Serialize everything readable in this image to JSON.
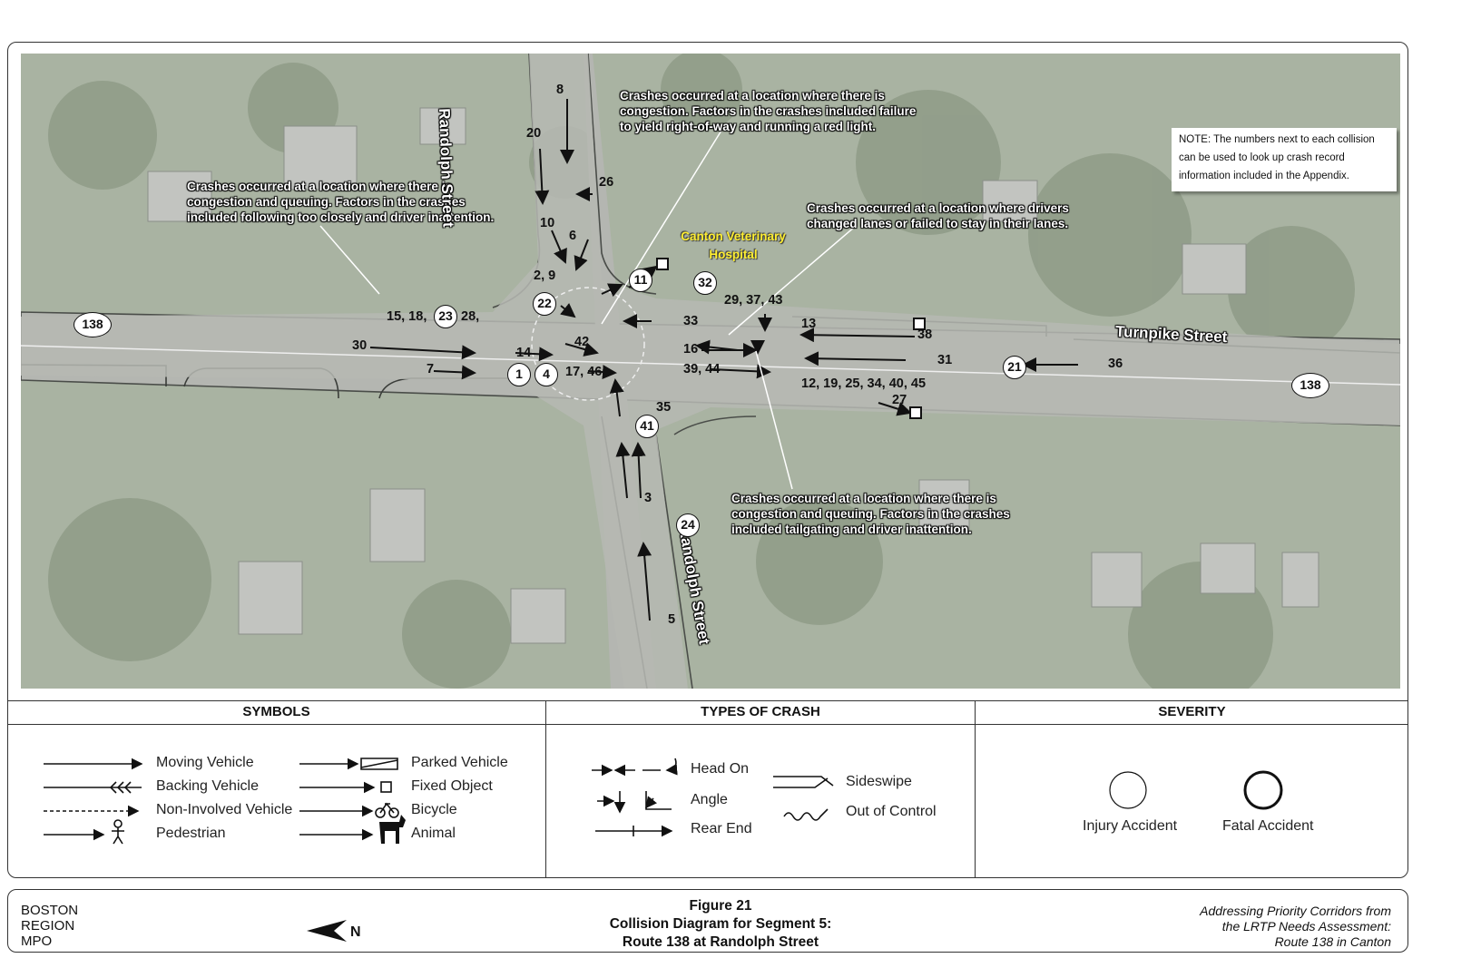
{
  "map": {
    "note": "NOTE: The numbers next to each collision can be used to look up crash record information included in the Appendix.",
    "callouts": {
      "north": "Crashes occurred at a location where there is congestion. Factors in the crashes included failure to yield right-of-way and running a red light.",
      "west": "Crashes occurred at a location where there is congestion and queuing. Factors in the crashes included following too closely and driver inattention.",
      "east": "Crashes occurred at a location where drivers changed lanes or failed to stay in their lanes.",
      "south": "Crashes occurred at a location where there is congestion and queuing. Factors in the crashes included tailgating and driver inattention."
    },
    "poi": [
      "Canton Veterinary",
      "Hospital"
    ],
    "streets": {
      "randolph_north": "Randolph Street",
      "randolph_south": "Randolph Street",
      "turnpike": "Turnpike Street"
    },
    "route_shields": [
      "138",
      "138"
    ],
    "crash_labels": {
      "c8": "8",
      "c20": "20",
      "c26": "26",
      "c10": "10",
      "c6": "6",
      "c2_9": "2, 9",
      "c15_18": "15, 18,",
      "c28": "28,",
      "c30": "30",
      "c7": "7",
      "c14": "14",
      "c42": "42",
      "c17_46": "17, 46",
      "c33": "33",
      "c29_37_43": "29, 37, 43",
      "c13": "13",
      "c16": "16",
      "c38": "38",
      "c31": "31",
      "c39_44": "39, 44",
      "c12_19": "12, 19, 25, 34, 40, 45",
      "c27": "27",
      "c35": "35",
      "c3": "3",
      "c5": "5",
      "c36": "36"
    },
    "injury_circles": {
      "i11": "11",
      "i22": "22",
      "i32": "32",
      "i23": "23",
      "i1": "1",
      "i4": "4",
      "i41": "41",
      "i21": "21",
      "i24": "24"
    }
  },
  "legend": {
    "symbols_header": "SYMBOLS",
    "types_header": "TYPES OF CRASH",
    "severity_header": "SEVERITY",
    "symbols": [
      "Moving Vehicle",
      "Backing Vehicle",
      "Non-Involved Vehicle",
      "Pedestrian",
      "Parked Vehicle",
      "Fixed Object",
      "Bicycle",
      "Animal"
    ],
    "types": [
      "Head On",
      "Angle",
      "Rear End",
      "Sideswipe",
      "Out of Control"
    ],
    "severity": [
      "Injury Accident",
      "Fatal Accident"
    ]
  },
  "footer": {
    "org_lines": [
      "BOSTON",
      "REGION",
      "MPO"
    ],
    "figure": "Figure 21",
    "title_line1": "Collision Diagram for Segment 5:",
    "title_line2": "Route 138 at Randolph Street",
    "report_lines": [
      "Addressing Priority Corridors from",
      "the LRTP Needs Assessment:",
      "Route 138 in Canton"
    ]
  }
}
